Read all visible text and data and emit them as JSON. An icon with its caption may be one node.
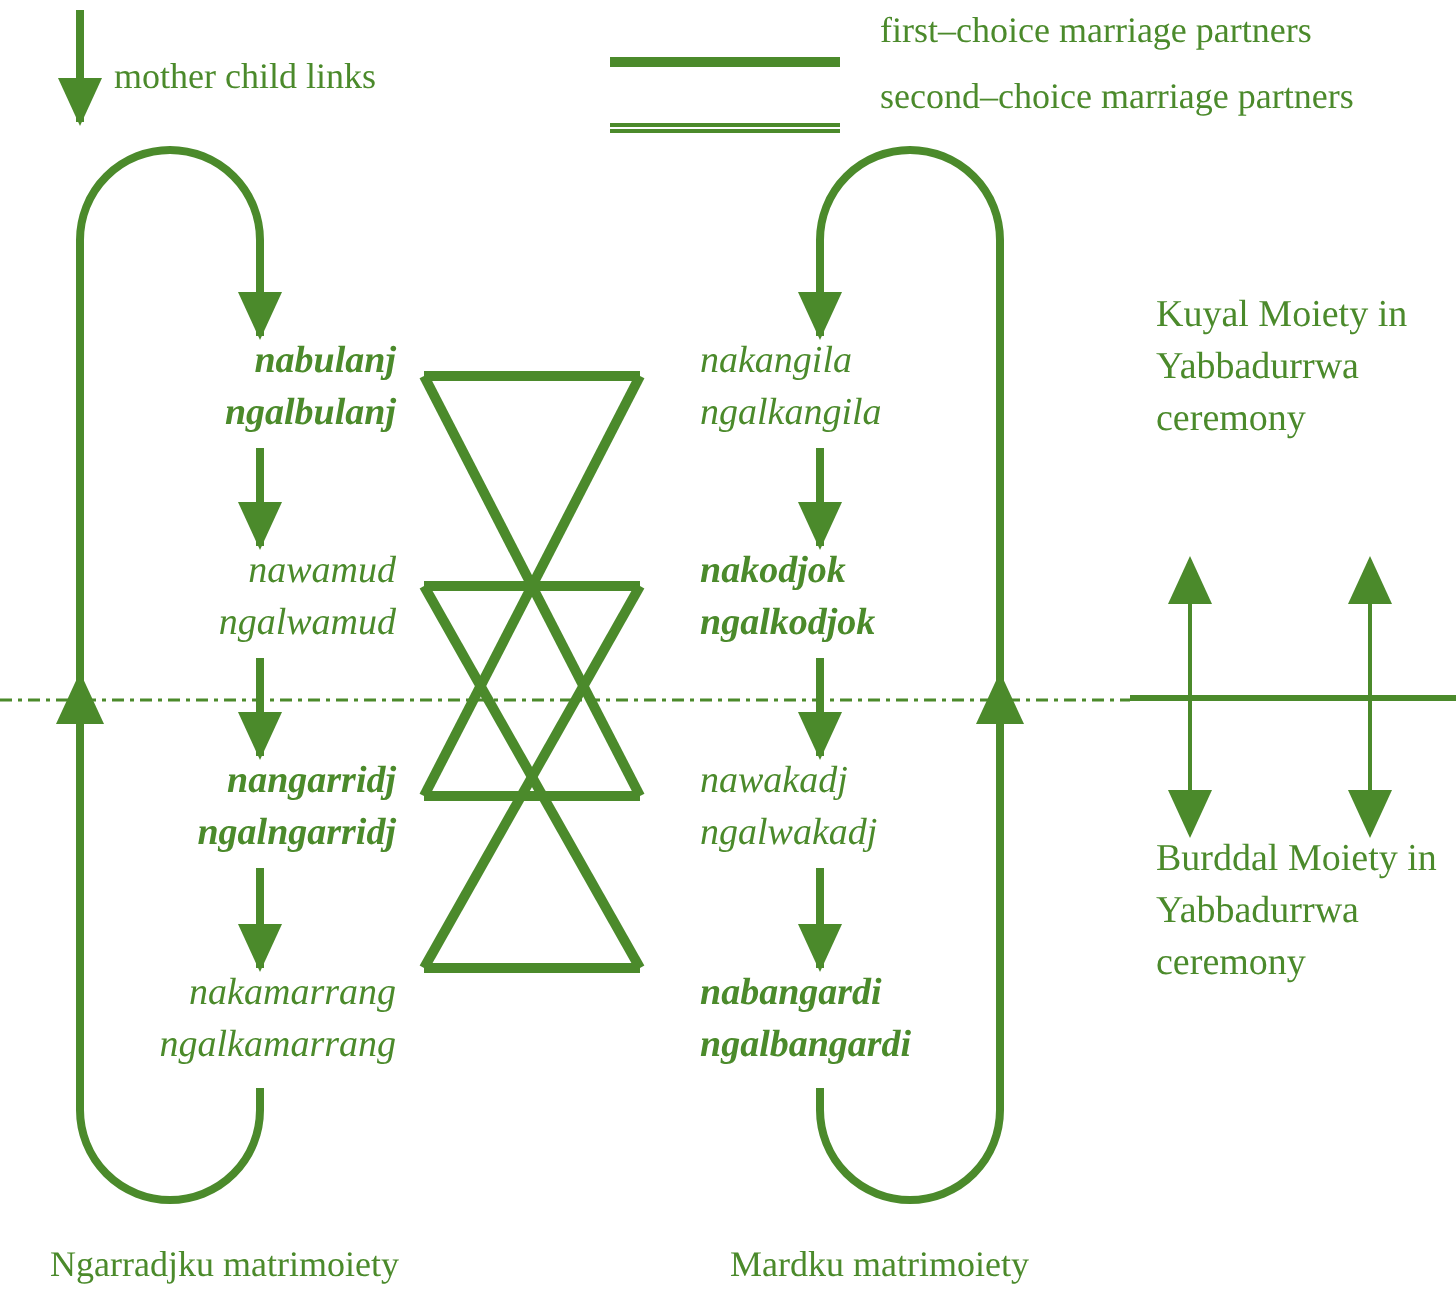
{
  "diagram": {
    "nodes": [
      {
        "text": [
          "nabulanj",
          "ngalbulanj"
        ]
      },
      {
        "text": [
          "nawamud",
          "ngalwamud"
        ]
      },
      {
        "text": [
          "nangarridj",
          "ngalngarridj"
        ]
      },
      {
        "text": [
          "nakamarrang",
          "ngalkamarrang"
        ]
      },
      {
        "text": [
          "nakangila",
          "ngalkangila"
        ]
      },
      {
        "text": [
          "nakodjok",
          "ngalkodjok"
        ]
      },
      {
        "text": [
          "nawakadj",
          "ngalwakadj"
        ]
      },
      {
        "text": [
          "nabangardi",
          "ngalbangardi"
        ]
      },
      {
        "text": [
          "Kuyal Moiety in Yabbadurrwa ceremony"
        ]
      },
      {
        "text": [
          "Burddal Moiety in Yabbadurrwa ceremony"
        ]
      }
    ],
    "edges": [
      {
        "from": 0,
        "to": 1,
        "arrow": "to"
      },
      {
        "from": 1,
        "to": 2,
        "arrow": "to"
      },
      {
        "from": 2,
        "to": 3,
        "arrow": "to"
      },
      {
        "from": 3,
        "to": 0,
        "arrow": "to"
      },
      {
        "from": 4,
        "to": 5,
        "arrow": "to"
      },
      {
        "from": 5,
        "to": 6,
        "arrow": "to"
      },
      {
        "from": 6,
        "to": 7,
        "arrow": "to"
      },
      {
        "from": 7,
        "to": 4,
        "arrow": "to"
      },
      {
        "from": 0,
        "to": 4,
        "arrow": "none"
      },
      {
        "from": 0,
        "to": 6,
        "arrow": "none"
      },
      {
        "from": 4,
        "to": 2,
        "arrow": "none"
      },
      {
        "from": 1,
        "to": 5,
        "arrow": "none"
      },
      {
        "from": 1,
        "to": 7,
        "arrow": "none"
      },
      {
        "from": 5,
        "to": 3,
        "arrow": "none"
      },
      {
        "from": 2,
        "to": 6,
        "arrow": "none"
      },
      {
        "from": 3,
        "to": 7,
        "arrow": "none"
      },
      {
        "from": 8,
        "to": 9,
        "arrow": "both"
      },
      {
        "from": 8,
        "to": 9,
        "arrow": "both"
      }
    ],
    "labels": [
      "Ngarradjku matrimoiety",
      "Mardku matrimoiety"
    ],
    "legend": [
      {
        "text": "mother child links"
      },
      {
        "text": "first–choice marriage partners"
      },
      {
        "text": "second–choice marriage partners"
      }
    ]
  }
}
